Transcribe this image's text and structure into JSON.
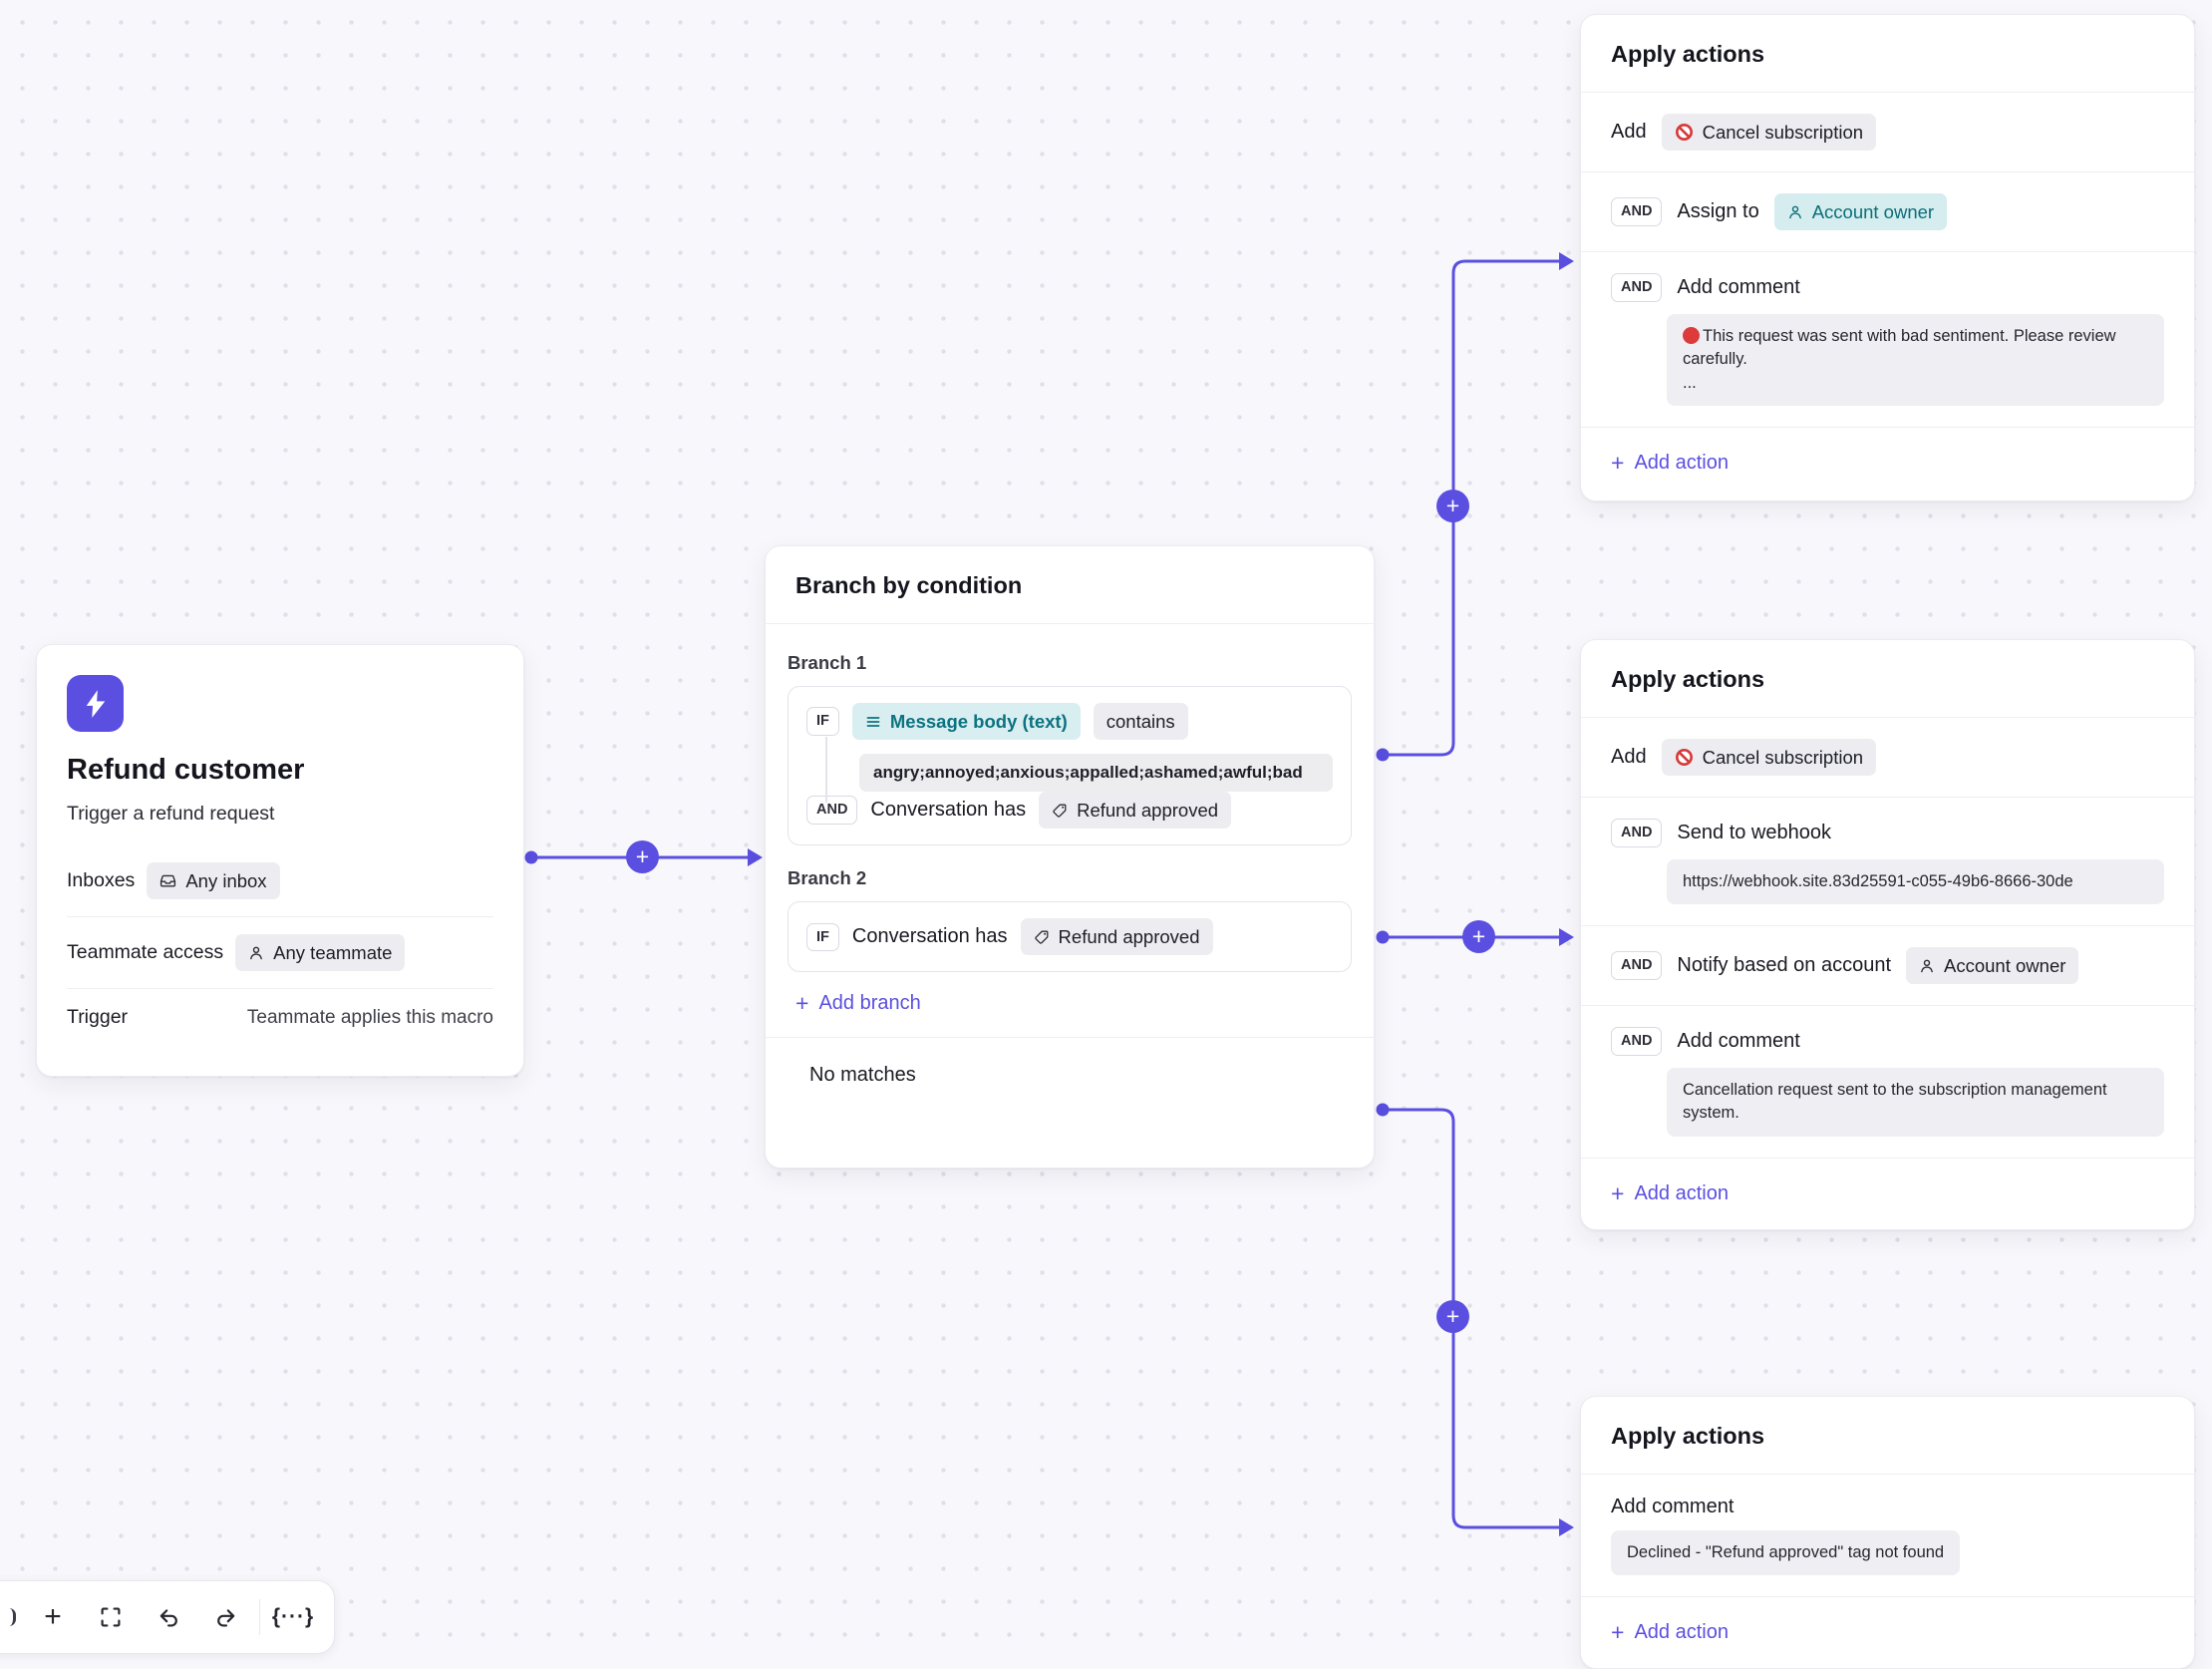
{
  "ui": {
    "plus": "+"
  },
  "colors": {
    "accent": "#5a4fe0",
    "teal_bg": "#d5edef",
    "teal_text": "#0b6e78",
    "pill_bg": "#ededf1",
    "danger": "#d63a3a"
  },
  "trigger_card": {
    "title": "Refund customer",
    "subtitle": "Trigger a refund request",
    "inboxes_label": "Inboxes",
    "inboxes_pill": "Any inbox",
    "teammate_label": "Teammate access",
    "teammate_pill": "Any teammate",
    "trigger_label": "Trigger",
    "trigger_value": "Teammate applies this macro"
  },
  "branch_card": {
    "title": "Branch by condition",
    "branch1_label": "Branch 1",
    "if_label": "IF",
    "and_label": "AND",
    "field_pill": "Message body (text)",
    "operator_pill": "contains",
    "keywords": "angry;annoyed;anxious;appalled;ashamed;awful;bad",
    "conversation_has": "Conversation has",
    "tag_pill": "Refund approved",
    "branch2_label": "Branch 2",
    "add_branch": "Add branch",
    "no_matches": "No matches"
  },
  "actions_top": {
    "title": "Apply actions",
    "add_label": "Add",
    "cancel_pill": "Cancel subscription",
    "and_label": "AND",
    "assign_to": "Assign to",
    "assignee_pill": "Account owner",
    "add_comment": "Add comment",
    "comment_line1": "This request was sent with bad sentiment. Please review carefully.",
    "comment_line2": "...",
    "add_action": "Add action"
  },
  "actions_mid": {
    "title": "Apply actions",
    "add_label": "Add",
    "cancel_pill": "Cancel subscription",
    "and_label": "AND",
    "webhook_label": "Send to webhook",
    "webhook_url": "https://webhook.site.83d25591-c055-49b6-8666-30de",
    "notify_label": "Notify based on account",
    "notify_pill": "Account owner",
    "add_comment": "Add comment",
    "comment": "Cancellation request sent to the subscription management system.",
    "add_action": "Add action"
  },
  "actions_bottom": {
    "title": "Apply actions",
    "add_comment": "Add comment",
    "comment": "Declined - \"Refund approved\" tag not found",
    "add_action": "Add action"
  },
  "toolbar": {
    "code_label": "{···}"
  }
}
